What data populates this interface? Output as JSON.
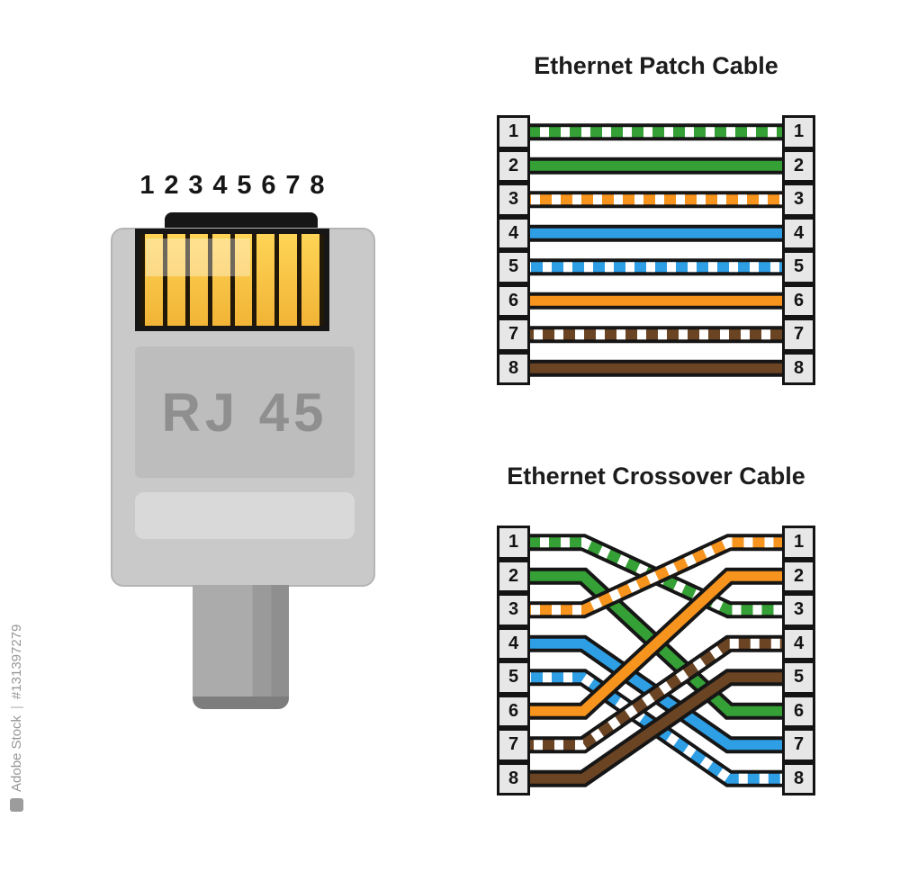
{
  "watermark": {
    "brand": "Adobe Stock",
    "separator": "|",
    "image_id": "#131397279"
  },
  "connector": {
    "pin_numbers": [
      "1",
      "2",
      "3",
      "4",
      "5",
      "6",
      "7",
      "8"
    ],
    "label": "RJ 45"
  },
  "colors": {
    "outline": "#161616",
    "green": "#35a035",
    "orange": "#f7941e",
    "blue": "#2e9fe5",
    "brown": "#6b4423",
    "gold_pin": "#f1b436",
    "box_fill": "#e7e7e7"
  },
  "patch": {
    "title": "Ethernet Patch Cable",
    "left_pin_labels": [
      "1",
      "2",
      "3",
      "4",
      "5",
      "6",
      "7",
      "8"
    ],
    "right_pin_labels": [
      "1",
      "2",
      "3",
      "4",
      "5",
      "6",
      "7",
      "8"
    ],
    "wires": [
      {
        "pin": 1,
        "name": "white-green",
        "color_key": "green",
        "striped": true
      },
      {
        "pin": 2,
        "name": "green",
        "color_key": "green",
        "striped": false
      },
      {
        "pin": 3,
        "name": "white-orange",
        "color_key": "orange",
        "striped": true
      },
      {
        "pin": 4,
        "name": "blue",
        "color_key": "blue",
        "striped": false
      },
      {
        "pin": 5,
        "name": "white-blue",
        "color_key": "blue",
        "striped": true
      },
      {
        "pin": 6,
        "name": "orange",
        "color_key": "orange",
        "striped": false
      },
      {
        "pin": 7,
        "name": "white-brown",
        "color_key": "brown",
        "striped": true
      },
      {
        "pin": 8,
        "name": "brown",
        "color_key": "brown",
        "striped": false
      }
    ]
  },
  "crossover": {
    "title": "Ethernet Crossover Cable",
    "left_pin_labels": [
      "1",
      "2",
      "3",
      "4",
      "5",
      "6",
      "7",
      "8"
    ],
    "right_pin_labels": [
      "1",
      "2",
      "3",
      "4",
      "5",
      "6",
      "7",
      "8"
    ],
    "wires": [
      {
        "from": 1,
        "to": 3,
        "name": "white-green",
        "color_key": "green",
        "striped": true
      },
      {
        "from": 2,
        "to": 6,
        "name": "green",
        "color_key": "green",
        "striped": false
      },
      {
        "from": 3,
        "to": 1,
        "name": "white-orange",
        "color_key": "orange",
        "striped": true
      },
      {
        "from": 4,
        "to": 7,
        "name": "blue",
        "color_key": "blue",
        "striped": false
      },
      {
        "from": 5,
        "to": 8,
        "name": "white-blue",
        "color_key": "blue",
        "striped": true
      },
      {
        "from": 6,
        "to": 2,
        "name": "orange",
        "color_key": "orange",
        "striped": false
      },
      {
        "from": 7,
        "to": 4,
        "name": "white-brown",
        "color_key": "brown",
        "striped": true
      },
      {
        "from": 8,
        "to": 5,
        "name": "brown",
        "color_key": "brown",
        "striped": false
      }
    ]
  }
}
